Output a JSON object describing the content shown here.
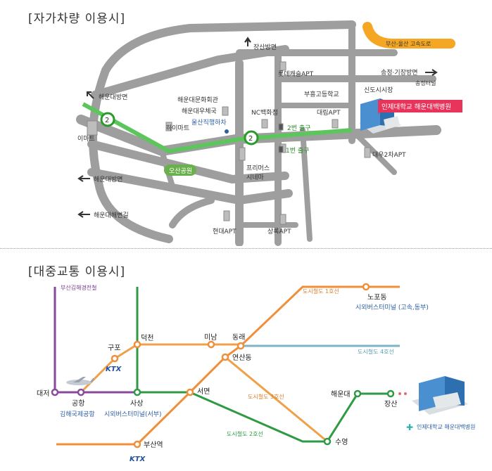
{
  "sections": {
    "car_title": "[자가차량 이용시]",
    "transit_title": "[대중교통 이용시]"
  },
  "car_map": {
    "hospital_label": "인제대학교 해운대백병원",
    "highway_label": "부산-울산 고속도로",
    "arrow_labels": {
      "jangsan": "장산방면",
      "songjeong": "송정·기장방면",
      "haeundae_nw": "해운대방면",
      "haeundae_w": "해운대방면",
      "beach": "해운대해변길"
    },
    "tunnel": "송정터널",
    "gate2": "2번 출구",
    "gate1": "1번 출구",
    "bus_stop": "울산직행하차",
    "park": "오산공원",
    "station_num_a": "2",
    "station_num_b": "2",
    "buildings": {
      "lotte": "롯데캐슬APT",
      "busheung": "부흥고등학교",
      "sindosi": "신도시시장",
      "daerim": "대림APT",
      "nc": "NC백화점",
      "culture": "해운대문화회관",
      "post": "해운대우체국",
      "himart": "하이마트",
      "emart": "이마트",
      "primus1": "프리머스",
      "primus2": "시네마",
      "daewoo": "대우2차APT",
      "hyundai": "현대APT",
      "sanglok": "상록APT"
    }
  },
  "transit_map": {
    "lines": {
      "purple": "부산김해경전철",
      "line1": "도시철도 1호선",
      "line4": "도시철도 4호선",
      "line3": "도시철도 3호선",
      "line2": "도시철도 2호선"
    },
    "stations": {
      "daejeo": "대저",
      "gonghang": "공항",
      "gonghang_sub": "김해국제공항",
      "gupo": "구포",
      "deokcheon": "덕천",
      "sasang": "사상",
      "sasang_sub": "시외버스터미널(서부)",
      "minam": "미남",
      "dongrae": "동래",
      "yeonsan": "연산동",
      "seomyeon": "서면",
      "busan": "부산역",
      "nopo": "노포동",
      "nopo_sub": "시외버스터미널 (고속,동부)",
      "haeundae": "해운대",
      "jangsan": "장산",
      "suyeong": "수영"
    },
    "hospital_label": "인제대학교 해운대백병원",
    "ktx": "KTX"
  },
  "colors": {
    "road": "#9e9e9e",
    "route_green": "#5cc65c",
    "highway": "#f5a623",
    "hospital_red": "#e8345a",
    "purple": "#8a4a9c",
    "line1": "#f08f3a",
    "line2": "#2e9a44",
    "line3": "#f0a048",
    "line4": "#7fb3c4"
  }
}
